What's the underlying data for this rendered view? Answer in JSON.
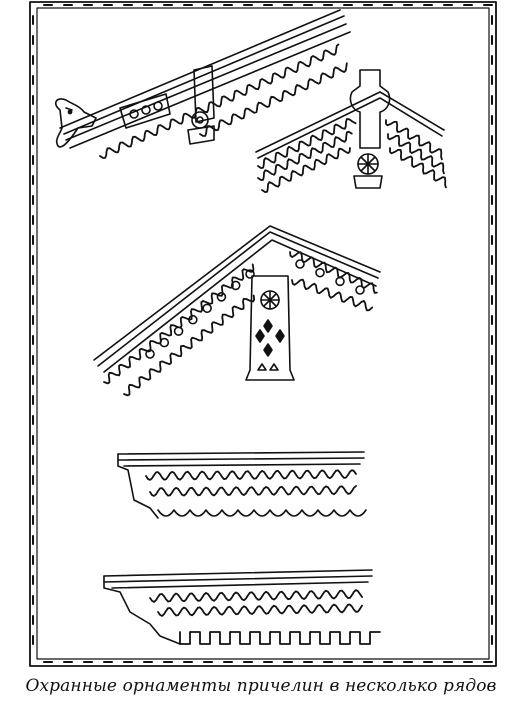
{
  "caption": "Охранные орнаменты причелин в несколько рядов",
  "colors": {
    "ink": "#111111",
    "paper": "#ffffff"
  },
  "illustrations": [
    {
      "id": "left-gable-with-dragon-head"
    },
    {
      "id": "right-gable-with-post"
    },
    {
      "id": "central-gable-with-rosette-board"
    },
    {
      "id": "horizontal-eave-waves"
    },
    {
      "id": "horizontal-eave-crenellated"
    }
  ]
}
